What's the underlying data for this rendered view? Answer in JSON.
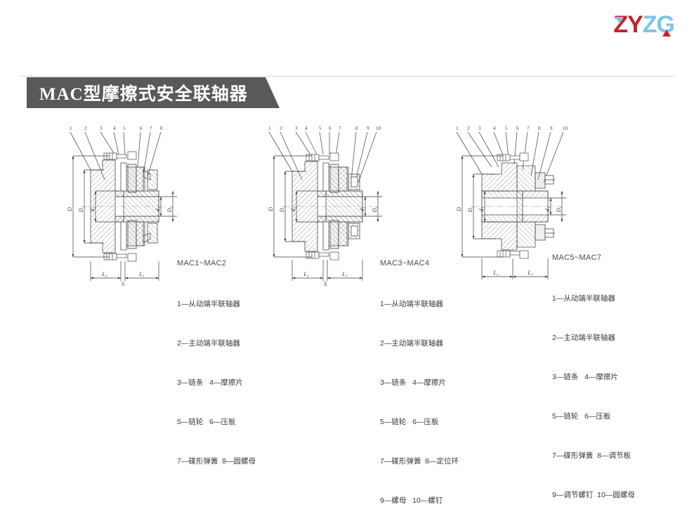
{
  "brand": {
    "logo_zy": "ZY",
    "logo_zg": "ZG",
    "accent_red": "#c8202a",
    "accent_blue": "#7ec4e8"
  },
  "banner": {
    "title": "MAC型摩擦式安全联轴器",
    "background": "#595959",
    "text_color": "#ffffff"
  },
  "figures": [
    {
      "name": "MAC1~MAC2",
      "leaders": [
        "1",
        "2",
        "3",
        "4",
        "5",
        "6",
        "7",
        "8"
      ],
      "dimensions_vertical_left": [
        "D",
        "D1",
        "d2"
      ],
      "dimensions_vertical_right": [
        "d1",
        "D0"
      ],
      "dimensions_horizontal": [
        "L2",
        "S",
        "L1"
      ],
      "legend": [
        "1—从动端半联轴器",
        "2—主动端半联轴器",
        "3—链条   4—摩擦片",
        "5—链轮   6—压板",
        "7—碟形弹簧  8—圆螺母"
      ]
    },
    {
      "name": "MAC3~MAC4",
      "leaders": [
        "1",
        "2",
        "3",
        "4",
        "5",
        "6",
        "7",
        "8",
        "9",
        "10"
      ],
      "dimensions_vertical_left": [
        "D",
        "D1",
        "d2"
      ],
      "dimensions_vertical_right": [
        "d1",
        "D0"
      ],
      "dimensions_horizontal": [
        "L2",
        "S",
        "L1"
      ],
      "legend": [
        "1—从动端半联轴器",
        "2—主动端半联轴器",
        "3—链条   4—摩擦片",
        "5—链轮   6—压板",
        "7—碟形弹簧  8—定位环",
        "9—螺母   10—螺钉"
      ]
    },
    {
      "name": "MAC5~MAC7",
      "leaders": [
        "1",
        "2",
        "3",
        "4",
        "5",
        "6",
        "7",
        "8",
        "9",
        "10"
      ],
      "dimensions_vertical_left": [
        "D",
        "D1",
        "d2"
      ],
      "dimensions_vertical_right": [
        "d1",
        "D0"
      ],
      "dimensions_horizontal": [
        "L2",
        "L1"
      ],
      "legend": [
        "1—从动端半联轴器",
        "2—主动端半联轴器",
        "3—链条   4—摩擦片",
        "5—链轮   6—压板",
        "7—碟形弹簧  8—调节板",
        "9—调节螺钉  10—圆螺母"
      ]
    }
  ]
}
